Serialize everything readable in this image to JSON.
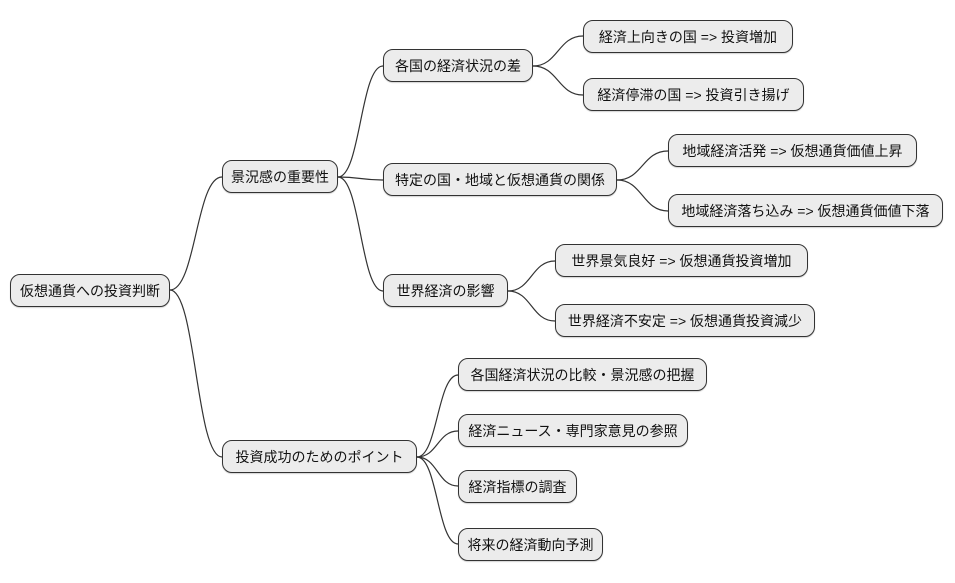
{
  "canvas": {
    "background_color": "#ffffff",
    "node_fill_color": "#ececec",
    "node_border_color": "#333333",
    "edge_color": "#333333"
  },
  "mindmap": {
    "root": {
      "label": "仮想通貨への投資判断"
    },
    "branches": [
      {
        "label": "景況感の重要性",
        "children": [
          {
            "label": "各国の経済状況の差",
            "children": [
              {
                "label": "経済上向きの国 => 投資増加"
              },
              {
                "label": "経済停滞の国 => 投資引き揚げ"
              }
            ]
          },
          {
            "label": "特定の国・地域と仮想通貨の関係",
            "children": [
              {
                "label": "地域経済活発 => 仮想通貨価値上昇"
              },
              {
                "label": "地域経済落ち込み => 仮想通貨価値下落"
              }
            ]
          },
          {
            "label": "世界経済の影響",
            "children": [
              {
                "label": "世界景気良好 => 仮想通貨投資増加"
              },
              {
                "label": "世界経済不安定 => 仮想通貨投資減少"
              }
            ]
          }
        ]
      },
      {
        "label": "投資成功のためのポイント",
        "children": [
          {
            "label": "各国経済状況の比較・景況感の把握"
          },
          {
            "label": "経済ニュース・専門家意見の参照"
          },
          {
            "label": "経済指標の調査"
          },
          {
            "label": "将来の経済動向予測"
          }
        ]
      }
    ]
  }
}
